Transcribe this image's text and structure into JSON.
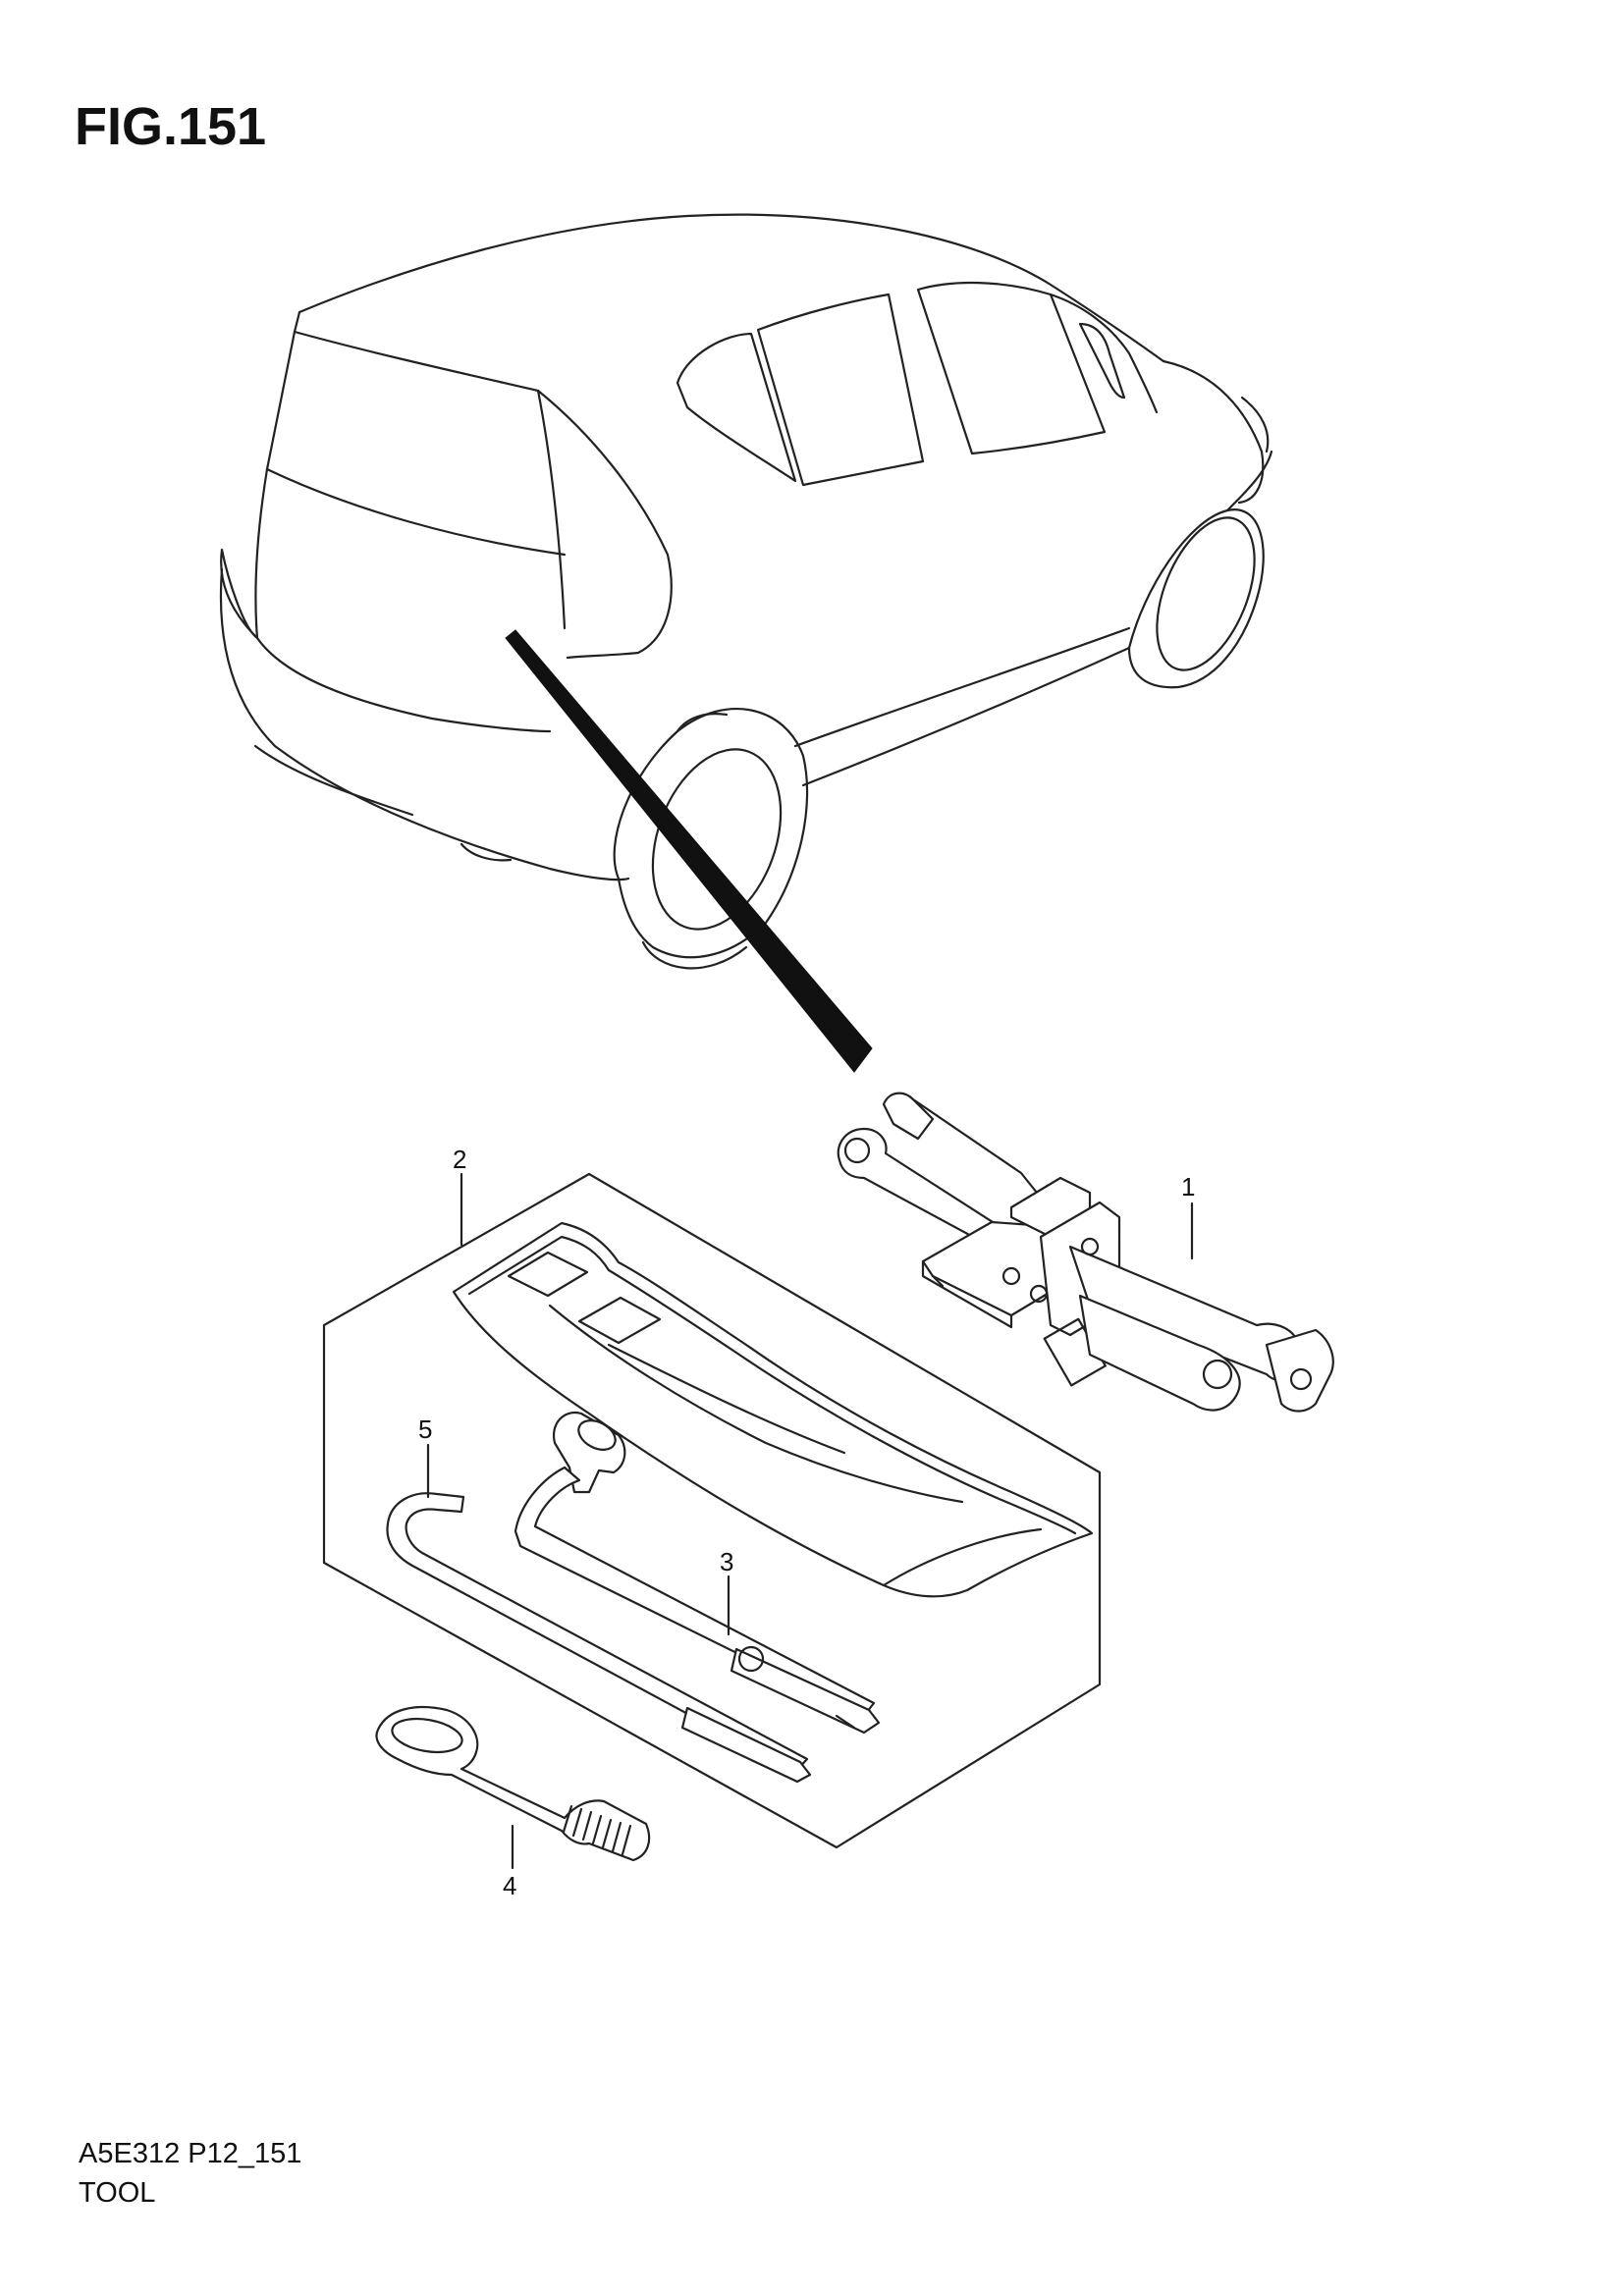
{
  "figure": {
    "title": "FIG.151",
    "code": "A5E312 P12_151",
    "caption": "TOOL"
  },
  "callouts": [
    {
      "id": "jack",
      "label": "1"
    },
    {
      "id": "tool-bag",
      "label": "2"
    },
    {
      "id": "wheel-wrench",
      "label": "3"
    },
    {
      "id": "towing-hook",
      "label": "4"
    },
    {
      "id": "jack-handle",
      "label": "5"
    }
  ]
}
